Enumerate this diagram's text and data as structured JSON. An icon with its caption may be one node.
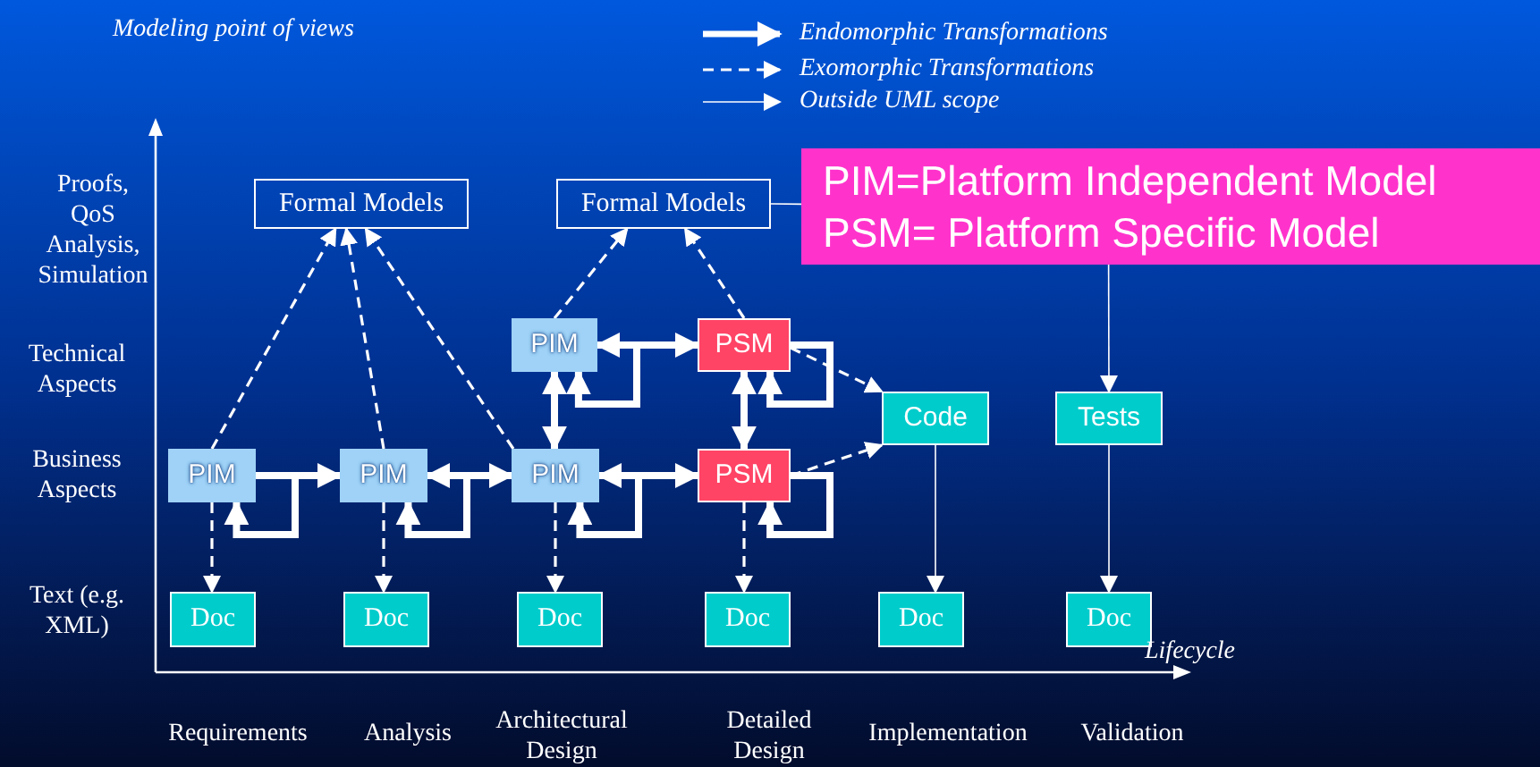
{
  "diagram": {
    "nodes": [
      {
        "text": [
          "Formal Models"
        ]
      },
      {
        "text": [
          "Formal Models"
        ]
      },
      {
        "text": [
          "PIM=Platform Independent Model",
          "PSM= Platform Specific Model"
        ]
      },
      {
        "text": [
          "PIM"
        ]
      },
      {
        "text": [
          "PSM"
        ]
      },
      {
        "text": [
          "Code"
        ]
      },
      {
        "text": [
          "Tests"
        ]
      },
      {
        "text": [
          "PIM"
        ]
      },
      {
        "text": [
          "PIM"
        ]
      },
      {
        "text": [
          "PIM"
        ]
      },
      {
        "text": [
          "PSM"
        ]
      },
      {
        "text": [
          "Doc"
        ]
      },
      {
        "text": [
          "Doc"
        ]
      },
      {
        "text": [
          "Doc"
        ]
      },
      {
        "text": [
          "Doc"
        ]
      },
      {
        "text": [
          "Doc"
        ]
      },
      {
        "text": [
          "Doc"
        ]
      }
    ],
    "edges": [
      {
        "from": 7,
        "to": 0,
        "arrow": "to",
        "style": "dashed"
      },
      {
        "from": 8,
        "to": 0,
        "arrow": "to",
        "style": "dashed"
      },
      {
        "from": 9,
        "to": 0,
        "arrow": "to",
        "style": "dashed"
      },
      {
        "from": 3,
        "to": 1,
        "arrow": "to",
        "style": "dashed"
      },
      {
        "from": 4,
        "to": 1,
        "arrow": "to",
        "style": "dashed"
      },
      {
        "from": 4,
        "to": 5,
        "arrow": "to",
        "style": "dashed"
      },
      {
        "from": 10,
        "to": 5,
        "arrow": "to",
        "style": "dashed"
      },
      {
        "from": 7,
        "to": 8,
        "arrow": "to",
        "style": "thick"
      },
      {
        "from": 8,
        "to": 9,
        "arrow": "both",
        "style": "thick"
      },
      {
        "from": 9,
        "to": 10,
        "arrow": "both",
        "style": "thick"
      },
      {
        "from": 3,
        "to": 4,
        "arrow": "both",
        "style": "thick"
      },
      {
        "from": 3,
        "to": 9,
        "arrow": "both",
        "style": "thick"
      },
      {
        "from": 4,
        "to": 10,
        "arrow": "both",
        "style": "thick"
      },
      {
        "from": 7,
        "to": 7,
        "arrow": "to",
        "style": "thick"
      },
      {
        "from": 8,
        "to": 8,
        "arrow": "to",
        "style": "thick"
      },
      {
        "from": 9,
        "to": 9,
        "arrow": "to",
        "style": "thick"
      },
      {
        "from": 3,
        "to": 3,
        "arrow": "to",
        "style": "thick"
      },
      {
        "from": 4,
        "to": 4,
        "arrow": "to",
        "style": "thick"
      },
      {
        "from": 10,
        "to": 10,
        "arrow": "to",
        "style": "thick"
      },
      {
        "from": 7,
        "to": 11,
        "arrow": "to",
        "style": "dashed"
      },
      {
        "from": 8,
        "to": 12,
        "arrow": "to",
        "style": "dashed"
      },
      {
        "from": 9,
        "to": 13,
        "arrow": "to",
        "style": "dashed"
      },
      {
        "from": 10,
        "to": 14,
        "arrow": "to",
        "style": "dashed"
      },
      {
        "from": 5,
        "to": 15,
        "arrow": "to"
      },
      {
        "from": 6,
        "to": 16,
        "arrow": "to"
      },
      {
        "from": 1,
        "to": 2,
        "arrow": "none"
      },
      {
        "from": 2,
        "to": 6,
        "arrow": "to"
      }
    ],
    "labels": [
      "Modeling point of views",
      "Proofs, QoS Analysis, Simulation",
      "Technical Aspects",
      "Business Aspects",
      "Text (e.g. XML)",
      "Lifecycle",
      "Requirements",
      "Analysis",
      "Architectural Design",
      "Detailed Design",
      "Implementation",
      "Validation"
    ],
    "legend": [
      {
        "text": "Endomorphic Transformations"
      },
      {
        "text": "Exomorphic Transformations"
      },
      {
        "text": "Outside UML  scope"
      }
    ]
  }
}
